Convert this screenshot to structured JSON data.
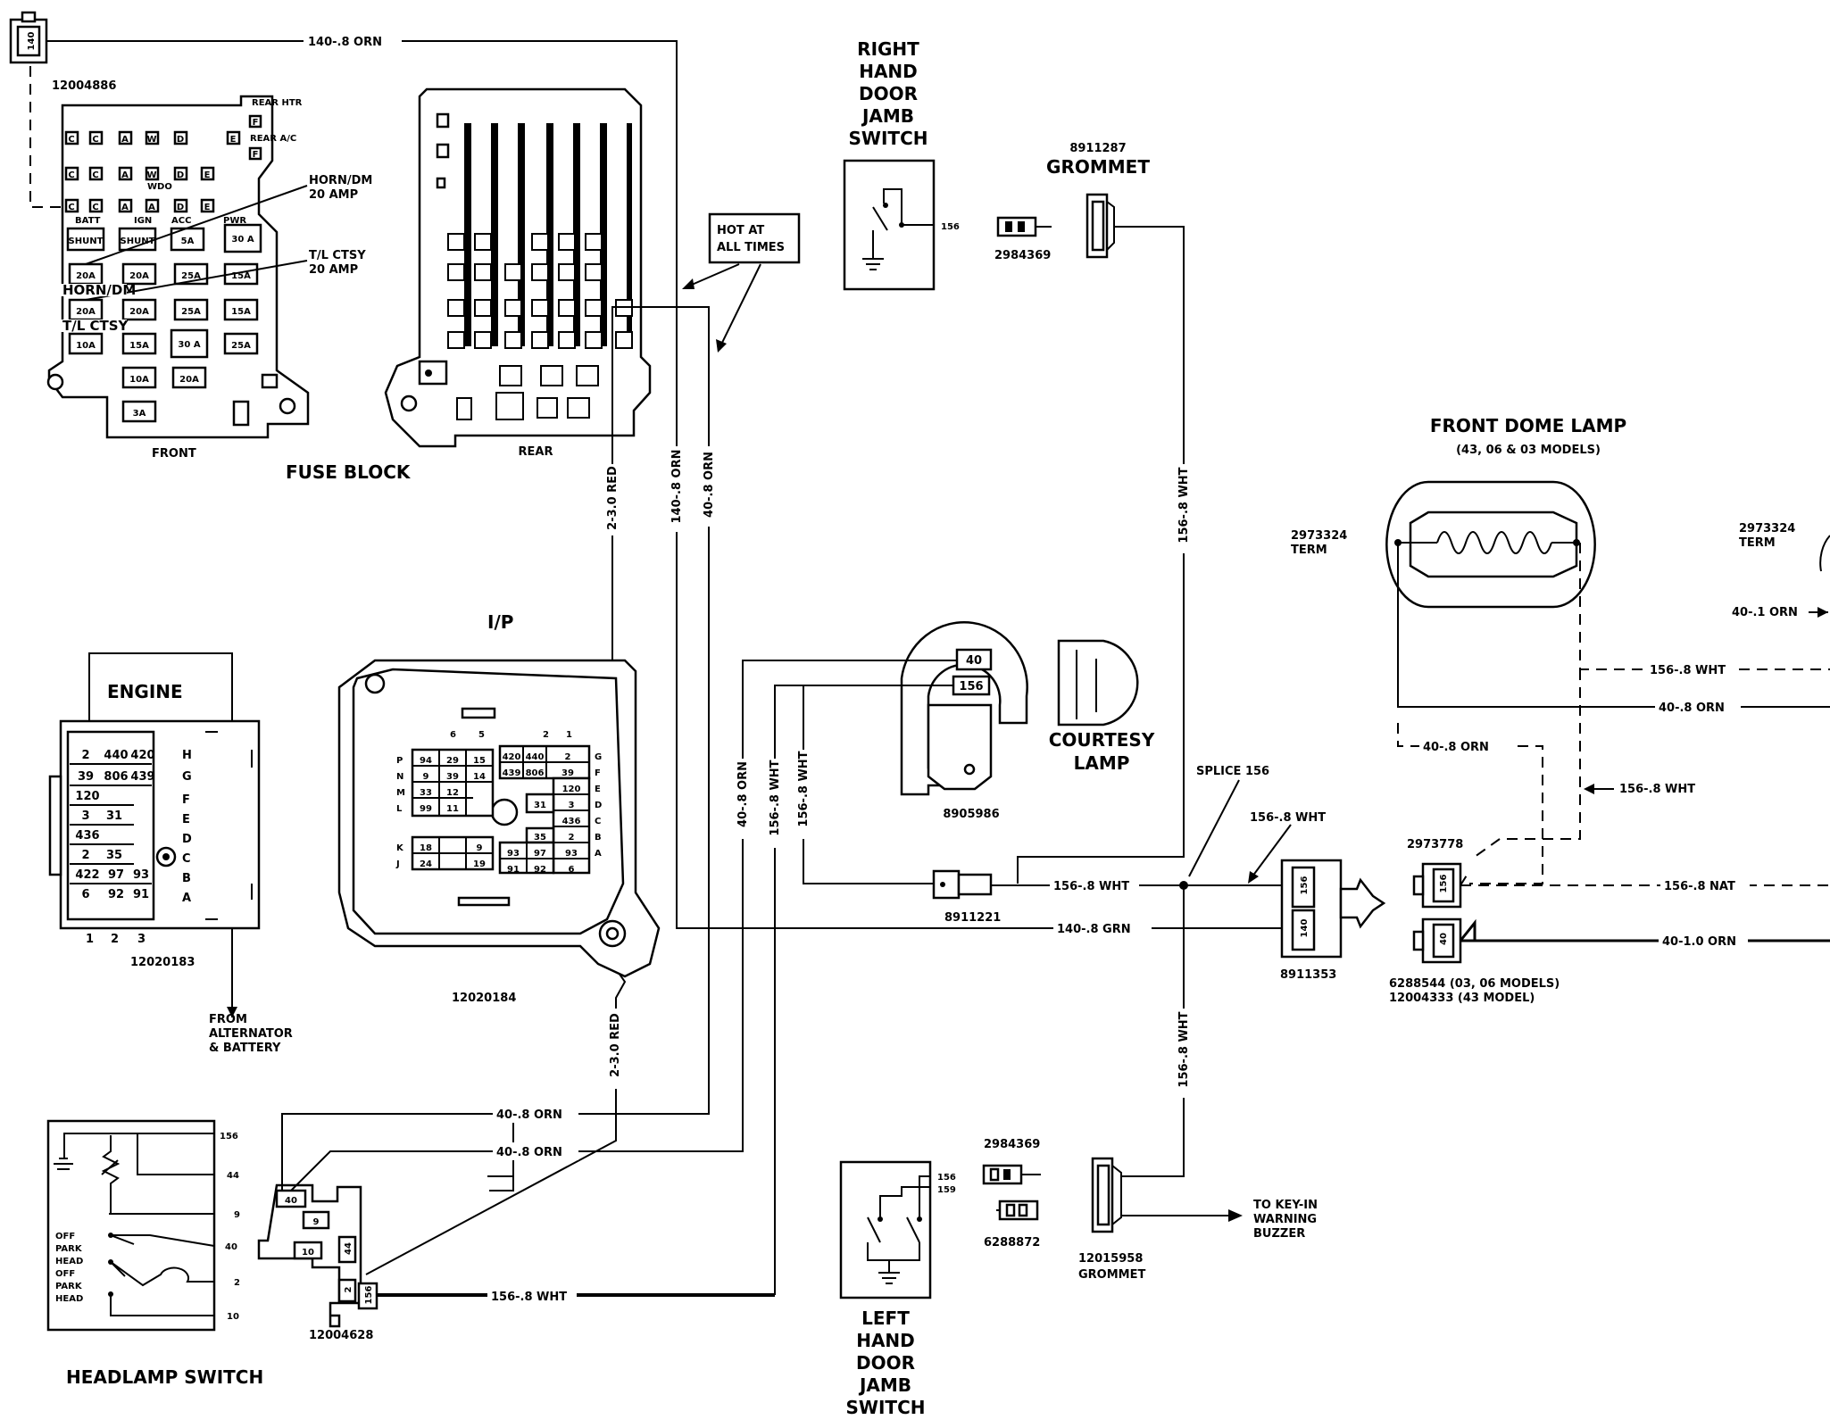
{
  "components": {
    "connector_140_part": "12004886",
    "connector_140_label": "140",
    "fuse_block_title": "FUSE BLOCK",
    "fuse_front_label": "FRONT",
    "fuse_rear_label": "REAR",
    "horn_dm_note": "HORN/DM",
    "horn_dm_amp": "20 AMP",
    "tl_ctsy_note": "T/L CTSY",
    "tl_ctsy_amp": "20 AMP",
    "hot_at_line1": "HOT AT",
    "hot_at_line2": "ALL TIMES",
    "rh_door_l1": "RIGHT",
    "rh_door_l2": "HAND",
    "rh_door_l3": "DOOR",
    "rh_door_l4": "JAMB",
    "rh_door_l5": "SWITCH",
    "rh_door_pin": "156",
    "grommet_top_part": "8911287",
    "grommet_top_label": "GROMMET",
    "term_top_part": "2984369",
    "front_dome_title": "FRONT DOME LAMP",
    "front_dome_models": "(43, 06 & 03 MODELS)",
    "term_left_part": "2973324",
    "term_left_label": "TERM",
    "term_right_part": "2973324",
    "term_right_label": "TERM",
    "engine_label": "ENGINE",
    "engine_part": "12020183",
    "from_alt_l1": "FROM",
    "from_alt_l2": "ALTERNATOR",
    "from_alt_l3": "& BATTERY",
    "ip_label": "I/P",
    "ip_part": "12020184",
    "courtesy_l1": "COURTESY",
    "courtesy_l2": "LAMP",
    "courtesy_part": "8905986",
    "courtesy_pin40": "40",
    "courtesy_pin156": "156",
    "splice_label": "SPLICE 156",
    "conn_8911221": "8911221",
    "conn_8911353": "8911353",
    "conn_8911353_a": "156",
    "conn_8911353_b": "140",
    "conn_2973778": "2973778",
    "conn_2973778_a": "156",
    "conn_2973778_b": "40",
    "dome_conn_l1": "6288544 (03, 06 MODELS)",
    "dome_conn_l2": "12004333 (43 MODEL)",
    "headlamp_title": "HEADLAMP SWITCH",
    "hl_pin_156": "156",
    "hl_pin_44": "44",
    "hl_pin_9": "9",
    "hl_pin_40": "40",
    "hl_pin_2": "2",
    "hl_pin_10": "10",
    "hl_pos_1": "OFF",
    "hl_pos_2": "PARK",
    "hl_pos_3": "HEAD",
    "hl_pos_4": "OFF",
    "hl_pos_5": "PARK",
    "hl_pos_6": "HEAD",
    "hl_conn_part": "12004628",
    "hl_conn_40": "40",
    "hl_conn_9": "9",
    "hl_conn_10": "10",
    "hl_conn_44": "44",
    "hl_conn_2": "2",
    "hl_conn_156": "156",
    "lh_door_l1": "LEFT",
    "lh_door_l2": "HAND",
    "lh_door_l3": "DOOR",
    "lh_door_l4": "JAMB",
    "lh_door_l5": "SWITCH",
    "lh_door_pin156": "156",
    "lh_door_pin159": "159",
    "term_bot_part": "2984369",
    "term_bot2_part": "6288872",
    "grommet_bot_part": "12015958",
    "grommet_bot_label": "GROMMET",
    "key_in_l1": "TO KEY-IN",
    "key_in_l2": "WARNING",
    "key_in_l3": "BUZZER"
  },
  "wires": {
    "w_140_top": "140-.8 ORN",
    "w_2_3_red_top": "2-3.0 RED",
    "w_140_vert": "140-.8 ORN",
    "w_40_vert": "40-.8 ORN",
    "w_156_vert_top": "156-.8 WHT",
    "w_40_courtesy": "40-.8 ORN",
    "w_156_courtesy_a": "156-.8 WHT",
    "w_156_courtesy_b": "156-.8 WHT",
    "w_156_splice_left": "156-.8 WHT",
    "w_156_splice_right": "156-.8 WHT",
    "w_140_grn": "140-.8 GRN",
    "w_156_vert_bot": "156-.8 WHT",
    "w_2_3_red_bot": "2-3.0 RED",
    "w_40_hl_a": "40-.8 ORN",
    "w_40_hl_b": "40-.8 ORN",
    "w_156_hl": "156-.8 WHT",
    "w_40_1_orn": "40-.1 ORN",
    "w_156_dome": "156-.8 WHT",
    "w_40_dome": "40-.8 ORN",
    "w_40_dome_dash": "40-.8 ORN",
    "w_156_dome_side": "156-.8 WHT",
    "w_156_nat": "156-.8 NAT",
    "w_40_1_0": "40-1.0 ORN"
  },
  "fuse_front": {
    "row1": [
      "C",
      "C",
      "A",
      "W",
      "D",
      "E"
    ],
    "row2": [
      "C",
      "C",
      "A",
      "W",
      "D",
      "E"
    ],
    "row3": [
      "C",
      "C",
      "A",
      "A",
      "D",
      "E"
    ],
    "slot_labels": [
      "SHUNT",
      "SHUNT",
      "5A",
      "30 A",
      "20A",
      "20A",
      "25A",
      "15A",
      "20A",
      "20A",
      "25A",
      "15A",
      "10A",
      "15A",
      "30 A",
      "25A",
      "10A",
      "20A",
      "3A"
    ],
    "top_tags": [
      "REAR HTR",
      "F",
      "REAR A/C",
      "F"
    ],
    "small_tags": [
      "BATT",
      "IGN",
      "ACC",
      "WDO",
      "PWR"
    ]
  },
  "engine_conn": {
    "rows": [
      [
        "2",
        "440",
        "420"
      ],
      [
        "39",
        "806",
        "439"
      ],
      [
        "120",
        "",
        ""
      ],
      [
        "3",
        "31",
        ""
      ],
      [
        "436",
        "",
        ""
      ],
      [
        "2",
        "35",
        ""
      ],
      [
        "422",
        "97",
        "93"
      ],
      [
        "6",
        "92",
        "91"
      ]
    ],
    "col_letters": [
      "H",
      "G",
      "F",
      "E",
      "D",
      "C",
      "B",
      "A"
    ],
    "nums": [
      "1",
      "2",
      "3"
    ]
  },
  "ip_conn": {
    "left": [
      [
        "94",
        "29",
        "15"
      ],
      [
        "9",
        "39",
        "14"
      ],
      [
        "33",
        "12",
        ""
      ],
      [
        "99",
        "11",
        ""
      ],
      [
        "18",
        "",
        "9"
      ],
      [
        "24",
        "",
        "19"
      ]
    ],
    "right": [
      [
        "420",
        "440",
        "2"
      ],
      [
        "439",
        "806",
        "39"
      ],
      [
        "",
        "",
        "120"
      ],
      [
        "31",
        "",
        "3"
      ],
      [
        "",
        "",
        "436"
      ],
      [
        "35",
        "",
        "2"
      ],
      [
        "93",
        "97",
        "93"
      ],
      [
        "91",
        "92",
        "6"
      ]
    ],
    "letters_left": [
      "P",
      "N",
      "M",
      "L",
      "K",
      "J"
    ],
    "letters_right": [
      "G",
      "F",
      "E",
      "D",
      "C",
      "B",
      "A"
    ],
    "top_nums_left": [
      "6",
      "5"
    ],
    "top_nums_right": [
      "2",
      "1"
    ]
  }
}
